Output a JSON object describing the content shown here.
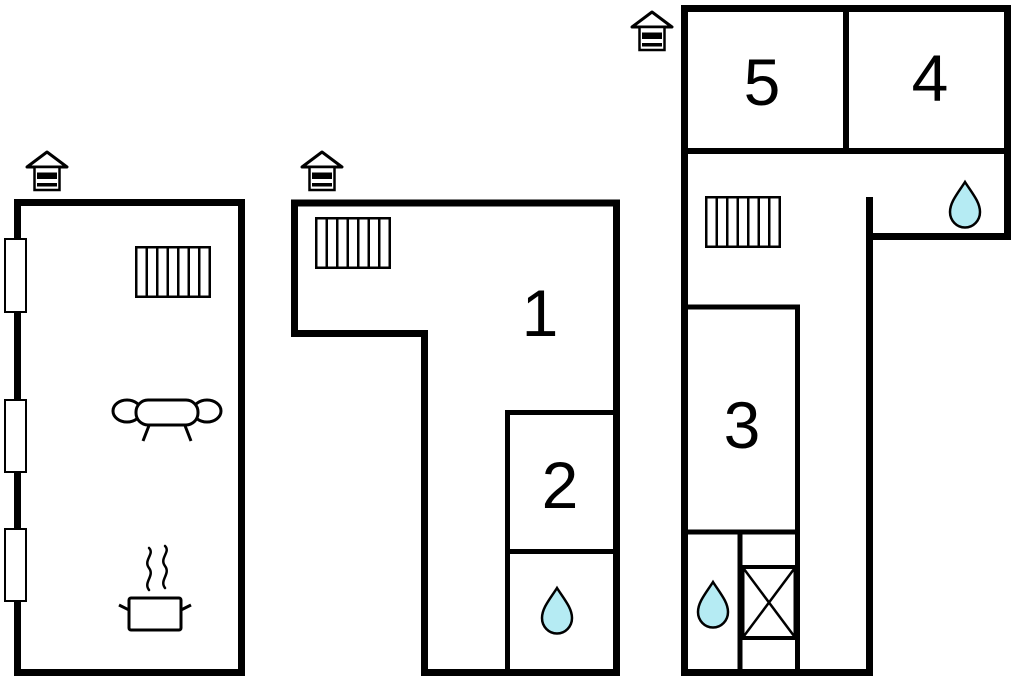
{
  "colors": {
    "wall": "#000000",
    "background": "#ffffff",
    "water_drop_fill": "#b5ebf3"
  },
  "diagram": {
    "type": "floor-plan",
    "floors": [
      {
        "name": "floor-left",
        "rooms": [],
        "symbols": [
          "house-vent-icon",
          "window-marker",
          "window-marker",
          "window-marker",
          "radiator-icon",
          "sofa-icon",
          "stove-pot-icon"
        ]
      },
      {
        "name": "floor-middle",
        "rooms": [
          {
            "label": "1"
          },
          {
            "label": "2"
          }
        ],
        "symbols": [
          "house-vent-icon",
          "radiator-icon",
          "water-drop-icon"
        ]
      },
      {
        "name": "floor-right",
        "rooms": [
          {
            "label": "3"
          },
          {
            "label": "4"
          },
          {
            "label": "5"
          }
        ],
        "symbols": [
          "house-vent-icon",
          "radiator-icon",
          "water-drop-icon",
          "water-drop-icon",
          "crossed-box-icon"
        ]
      }
    ]
  }
}
